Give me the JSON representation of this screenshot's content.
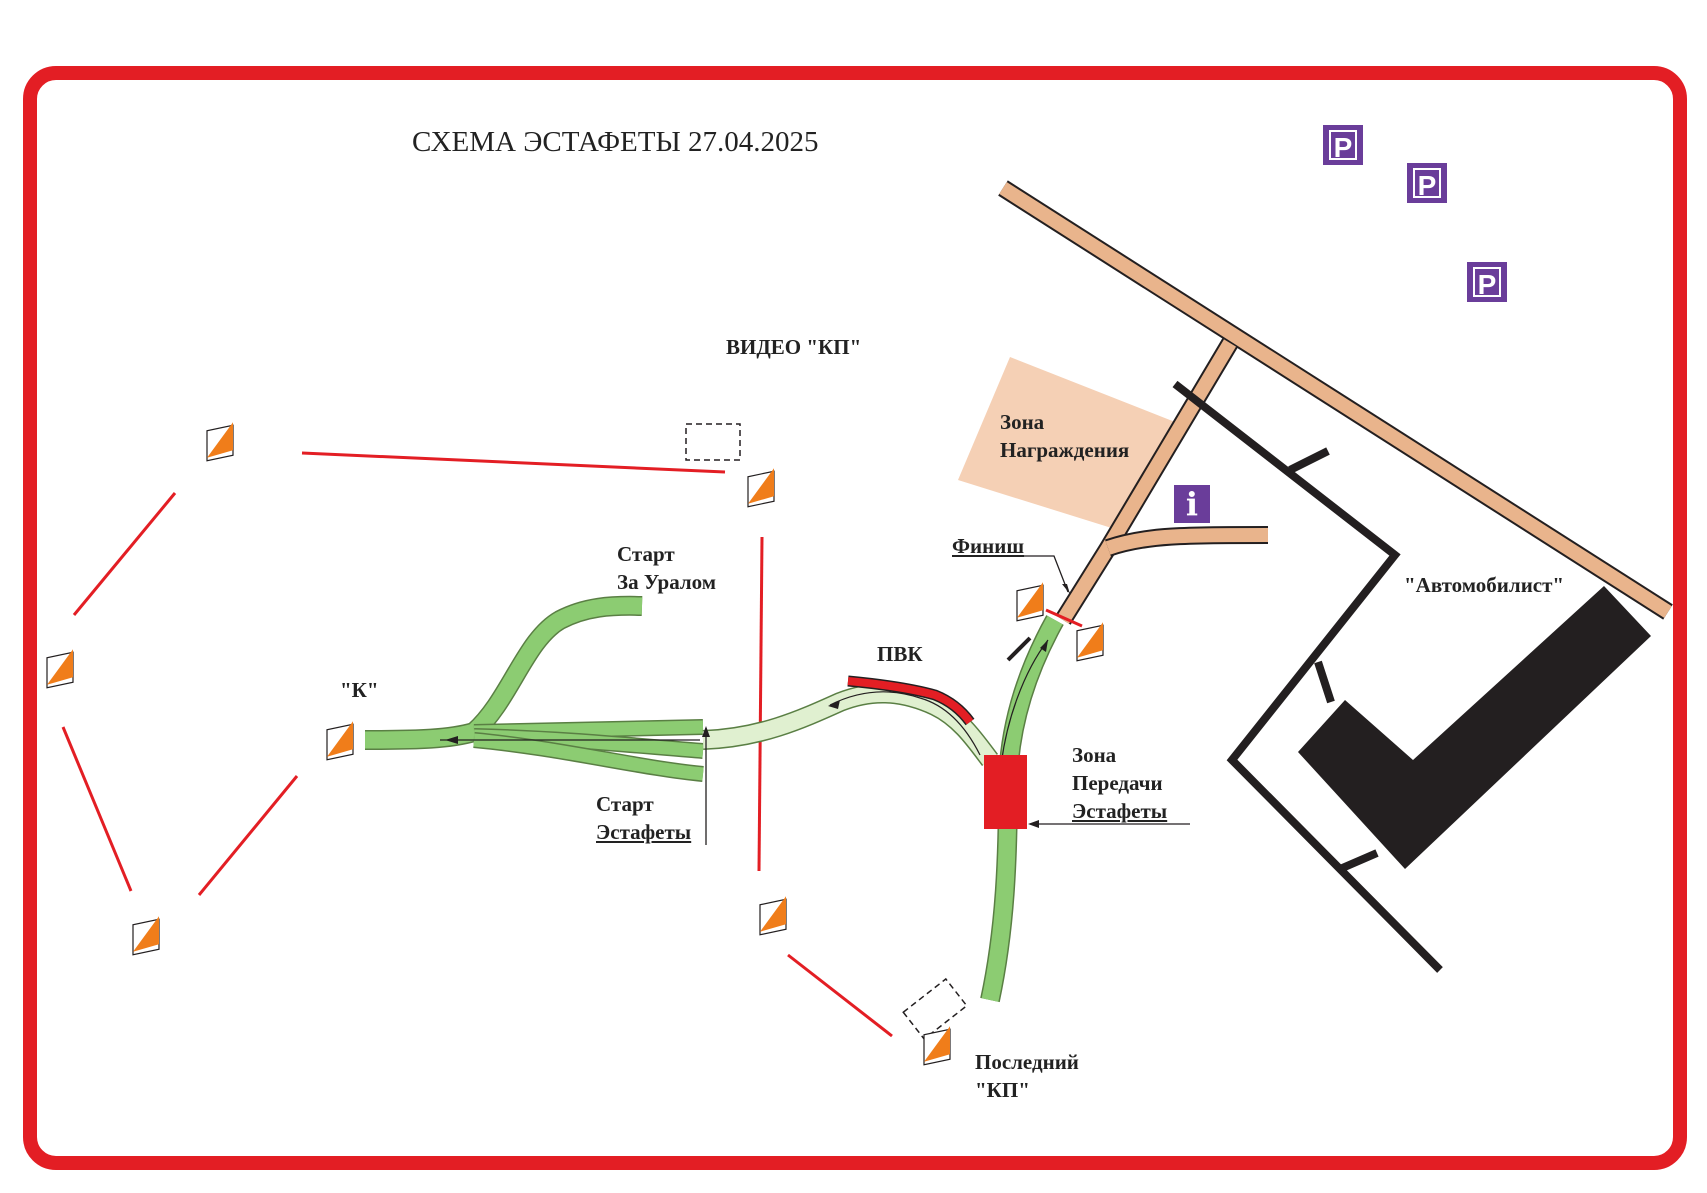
{
  "title": "СХЕМА  ЭСТАФЕТЫ 27.04.2025",
  "labels": {
    "video_kp": "ВИДЕО \"КП\"",
    "award_zone_1": "Зона",
    "award_zone_2": "Награждения",
    "finish": "Финиш",
    "start_ural_1": "Старт",
    "start_ural_2": "За Уралом",
    "k": "\"К\"",
    "pvk": "ПВК",
    "start_relay_1": "Старт",
    "start_relay_2": "Эстафеты",
    "handover_1": "Зона",
    "handover_2": "Передачи",
    "handover_3": "Эстафеты",
    "avtomobilist": "\"Автомобилист\"",
    "last_kp_1": "Последний",
    "last_kp_2": "\"КП\""
  },
  "icons": {
    "parking_letter": "P",
    "info_letter": "i"
  },
  "colors": {
    "frame": "#e31e24",
    "road": "#e9b48c",
    "award_zone": "#f5d0b5",
    "path_green": "#8ccc72",
    "path_light": "#e0f0d0",
    "building": "#231f20",
    "parking": "#6a3d9a",
    "control_orange": "#f07d1a"
  }
}
